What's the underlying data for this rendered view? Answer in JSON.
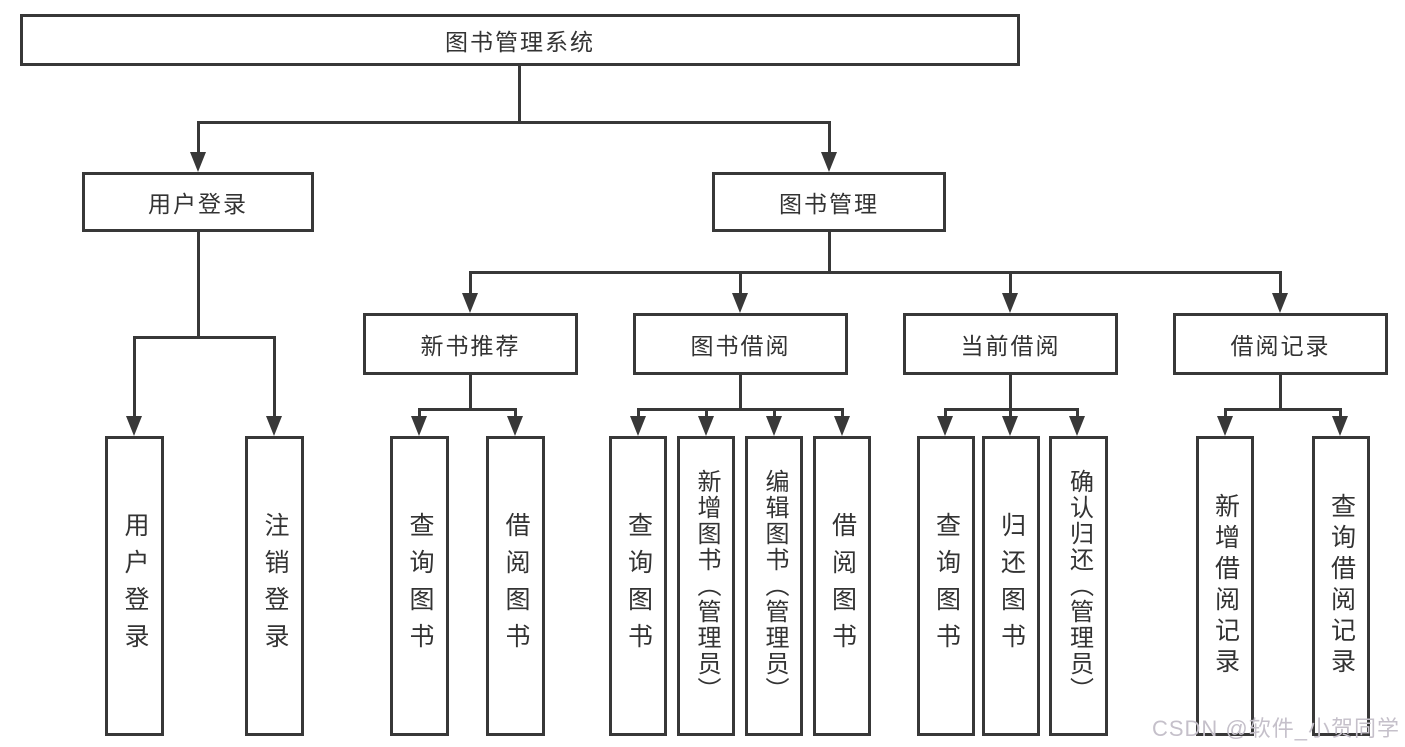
{
  "colors": {
    "line": "#383838",
    "text": "#333333",
    "background": "#ffffff",
    "watermark": "#c5c0ca"
  },
  "tree": {
    "root": {
      "label": "图书管理系统"
    },
    "user_login": {
      "label": "用户登录",
      "children": [
        {
          "label": "用户登录"
        },
        {
          "label": "注销登录"
        }
      ]
    },
    "book_management": {
      "label": "图书管理",
      "new_book_recommend": {
        "label": "新书推荐",
        "children": [
          {
            "label": "查询图书"
          },
          {
            "label": "借阅图书"
          }
        ]
      },
      "book_borrowing": {
        "label": "图书借阅",
        "children": [
          {
            "label": "查询图书"
          },
          {
            "label": "新增图书（管理员）"
          },
          {
            "label": "编辑图书（管理员）"
          },
          {
            "label": "借阅图书"
          }
        ]
      },
      "current_borrowing": {
        "label": "当前借阅",
        "children": [
          {
            "label": "查询图书"
          },
          {
            "label": "归还图书"
          },
          {
            "label": "确认归还（管理员）"
          }
        ]
      },
      "borrowing_records": {
        "label": "借阅记录",
        "children": [
          {
            "label": "新增借阅记录"
          },
          {
            "label": "查询借阅记录"
          }
        ]
      }
    }
  },
  "watermark": {
    "text": "CSDN @软件_小贺同学"
  }
}
